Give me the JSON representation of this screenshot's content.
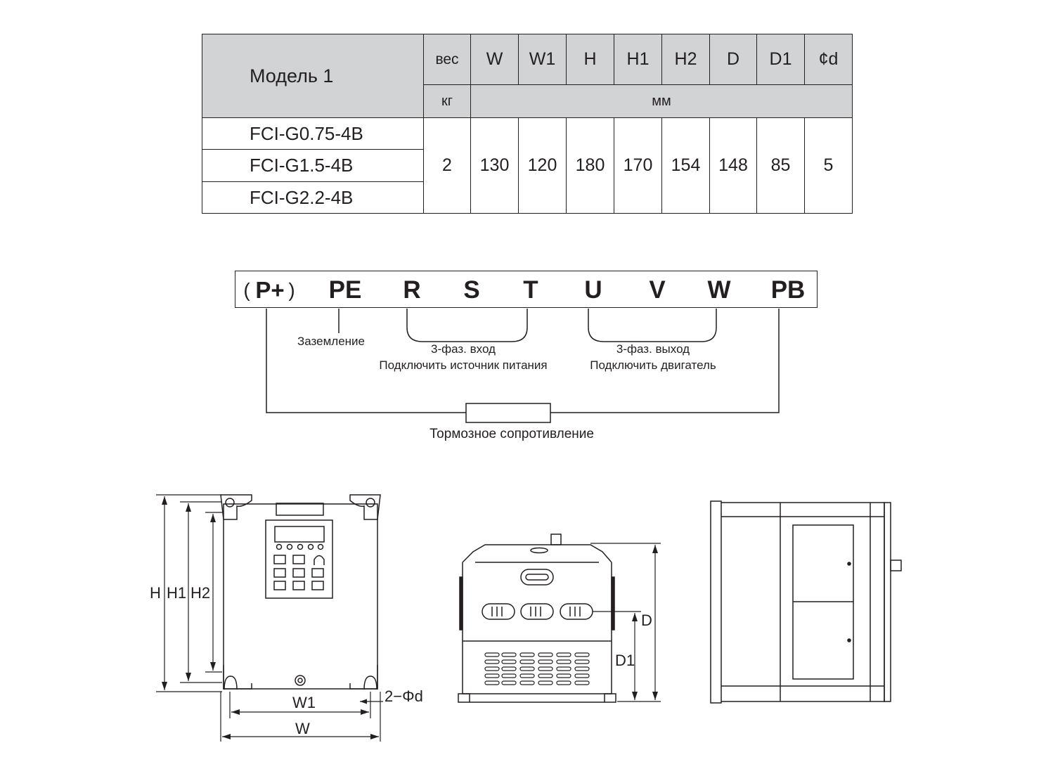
{
  "table": {
    "model_header": "Модель 1",
    "weight_header": "вес",
    "weight_unit": "кг",
    "dim_unit": "мм",
    "dim_headers": [
      "W",
      "W1",
      "H",
      "H1",
      "H2",
      "D",
      "D1",
      "¢d"
    ],
    "models": [
      "FCI-G0.75-4B",
      "FCI-G1.5-4B",
      "FCI-G2.2-4B"
    ],
    "weight": "2",
    "dims": [
      "130",
      "120",
      "180",
      "170",
      "154",
      "148",
      "85",
      "5"
    ]
  },
  "terminals": {
    "paren_open": "(",
    "paren_close": ")",
    "labels": [
      "P+",
      "PE",
      "R",
      "S",
      "T",
      "U",
      "V",
      "W",
      "PB"
    ],
    "ground_note": "Заземление",
    "input_note_line1": "3-фаз. вход",
    "input_note_line2": "Подключить источник питания",
    "output_note_line1": "3-фаз. выход",
    "output_note_line2": "Подключить двигатель",
    "brake_note": "Тормозное сопротивление"
  },
  "drawings": {
    "front_labels": {
      "H": "H",
      "H1": "H1",
      "H2": "H2",
      "W1": "W1",
      "W": "W",
      "hole": "2−Φd"
    },
    "side_labels": {
      "D": "D",
      "D1": "D1"
    }
  }
}
